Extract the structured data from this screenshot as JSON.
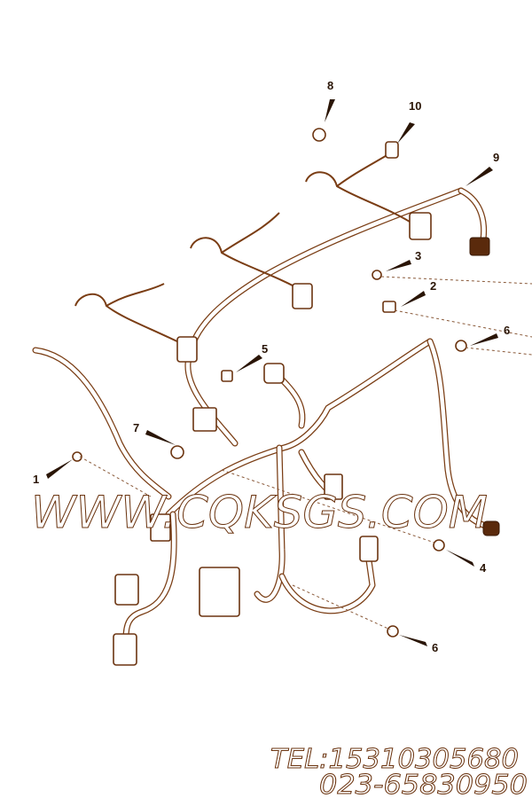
{
  "diagram": {
    "callouts": [
      {
        "id": "callout-8",
        "label": "8"
      },
      {
        "id": "callout-10",
        "label": "10"
      },
      {
        "id": "callout-9",
        "label": "9"
      },
      {
        "id": "callout-3",
        "label": "3"
      },
      {
        "id": "callout-2",
        "label": "2"
      },
      {
        "id": "callout-6a",
        "label": "6"
      },
      {
        "id": "callout-5",
        "label": "5"
      },
      {
        "id": "callout-7",
        "label": "7"
      },
      {
        "id": "callout-1",
        "label": "1"
      },
      {
        "id": "callout-4",
        "label": "4"
      },
      {
        "id": "callout-6b",
        "label": "6"
      }
    ],
    "line_color": "#7a3d14"
  },
  "watermark": {
    "site": "WWW.CQKSGS.COM",
    "tel": "TEL:15310305680",
    "phone": "023-65830950"
  }
}
